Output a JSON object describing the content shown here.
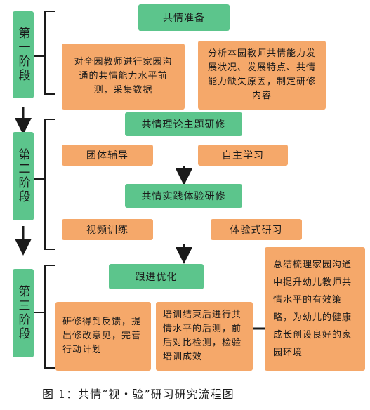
{
  "stages": [
    {
      "label": "第一阶段"
    },
    {
      "label": "第二阶段"
    },
    {
      "label": "第三阶段"
    }
  ],
  "stage1": {
    "title": "共情准备",
    "left": "对全园教师进行家园沟通的共情能力水平前测，采集数据",
    "right": "分析本园教师共情能力发展状况、发展特点、共情能力缺失原因，制定研修内容"
  },
  "stage2": {
    "theory_title": "共情理论主题研修",
    "theory_left": "团体辅导",
    "theory_right": "自主学习",
    "practice_title": "共情实践体验研修",
    "practice_left": "视频训练",
    "practice_right": "体验式研习"
  },
  "stage3": {
    "title": "跟进优化",
    "left": "研修得到反馈，提出修改意见，完善行动计划",
    "middle": "培训结束后进行共情水平的后测，前后对比检测，检验培训成效",
    "summary": "总结梳理家园沟通中提升幼儿教师共情水平的有效策略，为幼儿的健康成长创设良好的家园环境"
  },
  "caption": "图 1：共情“视・验”研习研究流程图",
  "colors": {
    "stage_green": "#5cc58c",
    "box_orange": "#f5a86a",
    "line": "#1a1a1a"
  }
}
